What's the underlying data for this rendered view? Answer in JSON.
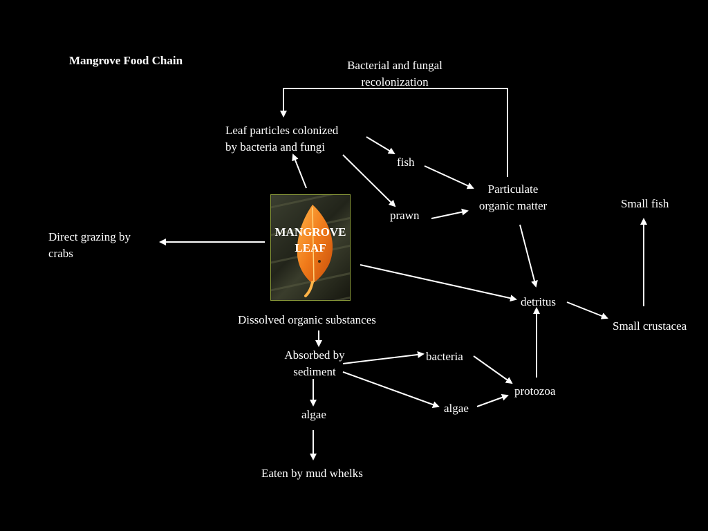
{
  "title": "Mangrove Food Chain",
  "nodes": {
    "recolonization": "Bacterial and fungal\nrecolonization",
    "leaf_particles": "Leaf particles colonized\nby bacteria and fungi",
    "fish": "fish",
    "prawn": "prawn",
    "particulate": "Particulate\norganic matter",
    "small_fish": "Small fish",
    "direct_grazing": "Direct grazing by\ncrabs",
    "mangrove_leaf": "MANGROVE\nLEAF",
    "detritus": "detritus",
    "small_crustacea": "Small crustacea",
    "dissolved": "Dissolved organic substances",
    "absorbed": "Absorbed by\nsediment",
    "bacteria": "bacteria",
    "algae_right": "algae",
    "protozoa": "protozoa",
    "algae_left": "algae",
    "mud_whelks": "Eaten by mud whelks"
  },
  "colors": {
    "background": "#000000",
    "text": "#ffffff",
    "arrow": "#ffffff",
    "leaf": "#f07a1a"
  }
}
